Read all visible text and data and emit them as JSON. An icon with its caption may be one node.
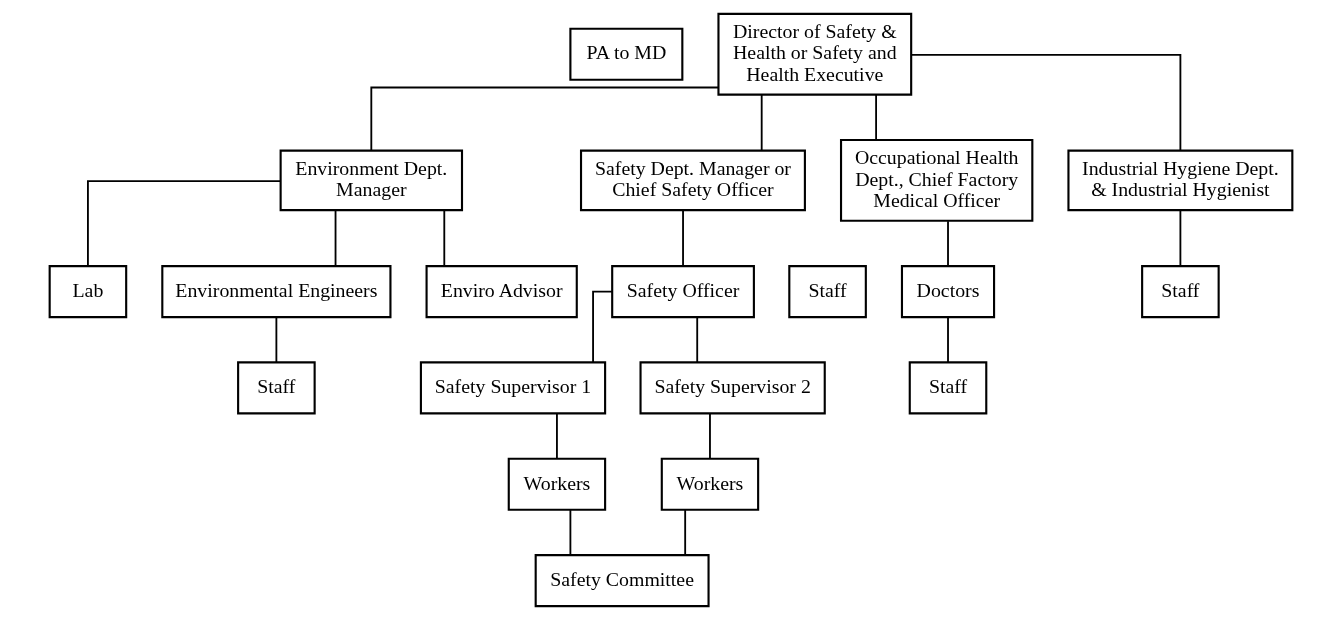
{
  "diagram": {
    "nodes": [
      {
        "text": [
          "PA to MD"
        ]
      },
      {
        "text": [
          "Director of Safety & Health or Safety and Health Executive"
        ]
      },
      {
        "text": [
          "Environment Dept. Manager"
        ]
      },
      {
        "text": [
          "Safety Dept. Manager or Chief Safety Officer"
        ]
      },
      {
        "text": [
          "Occupational Health Dept., Chief Factory Medical Officer"
        ]
      },
      {
        "text": [
          "Industrial Hygiene Dept. & Industrial Hygienist"
        ]
      },
      {
        "text": [
          "Lab"
        ]
      },
      {
        "text": [
          "Environmental Engineers"
        ]
      },
      {
        "text": [
          "Enviro Advisor"
        ]
      },
      {
        "text": [
          "Safety Officer"
        ]
      },
      {
        "text": [
          "Staff"
        ]
      },
      {
        "text": [
          "Doctors"
        ]
      },
      {
        "text": [
          "Staff"
        ]
      },
      {
        "text": [
          "Staff"
        ]
      },
      {
        "text": [
          "Staff"
        ]
      },
      {
        "text": [
          "Safety Supervisor 1"
        ]
      },
      {
        "text": [
          "Safety Supervisor 2"
        ]
      },
      {
        "text": [
          "Workers"
        ]
      },
      {
        "text": [
          "Workers"
        ]
      },
      {
        "text": [
          "Safety Committee"
        ]
      }
    ],
    "edges": [
      {
        "from": 1,
        "to": 2,
        "arrow": "none"
      },
      {
        "from": 1,
        "to": 3,
        "arrow": "none"
      },
      {
        "from": 1,
        "to": 4,
        "arrow": "none"
      },
      {
        "from": 1,
        "to": 5,
        "arrow": "none"
      },
      {
        "from": 2,
        "to": 6,
        "arrow": "none"
      },
      {
        "from": 2,
        "to": 7,
        "arrow": "none"
      },
      {
        "from": 2,
        "to": 8,
        "arrow": "none"
      },
      {
        "from": 3,
        "to": 9,
        "arrow": "none"
      },
      {
        "from": 4,
        "to": 11,
        "arrow": "none"
      },
      {
        "from": 5,
        "to": 12,
        "arrow": "none"
      },
      {
        "from": 7,
        "to": 13,
        "arrow": "none"
      },
      {
        "from": 11,
        "to": 14,
        "arrow": "none"
      },
      {
        "from": 9,
        "to": 15,
        "arrow": "none"
      },
      {
        "from": 9,
        "to": 16,
        "arrow": "none"
      },
      {
        "from": 15,
        "to": 17,
        "arrow": "none"
      },
      {
        "from": 16,
        "to": 18,
        "arrow": "none"
      },
      {
        "from": 17,
        "to": 19,
        "arrow": "none"
      },
      {
        "from": 18,
        "to": 19,
        "arrow": "none"
      }
    ]
  }
}
